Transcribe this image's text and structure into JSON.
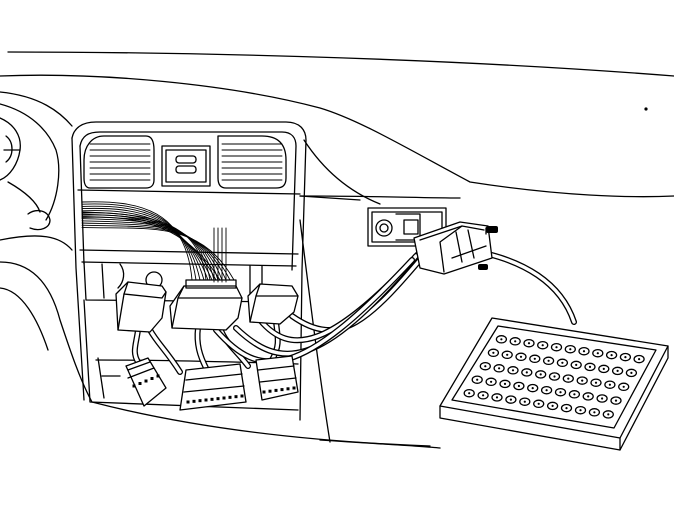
{
  "figure": {
    "description_visible_text": "",
    "colors": {
      "line": "#000000",
      "background": "#ffffff"
    },
    "icons": {
      "dashboard": "dashboard-outline-icon",
      "vents": "air-vent-icon",
      "harness": "wire-harness-icon",
      "adapter": "connector-adapter-icon",
      "plug": "multipin-plug-icon",
      "dsub": "d-sub-connector-icon",
      "breakout": "breakout-box-icon"
    },
    "breakout_box": {
      "rows": 5,
      "pins_per_row": 11
    },
    "harness_wire_count": 8,
    "cable_count": 4
  }
}
